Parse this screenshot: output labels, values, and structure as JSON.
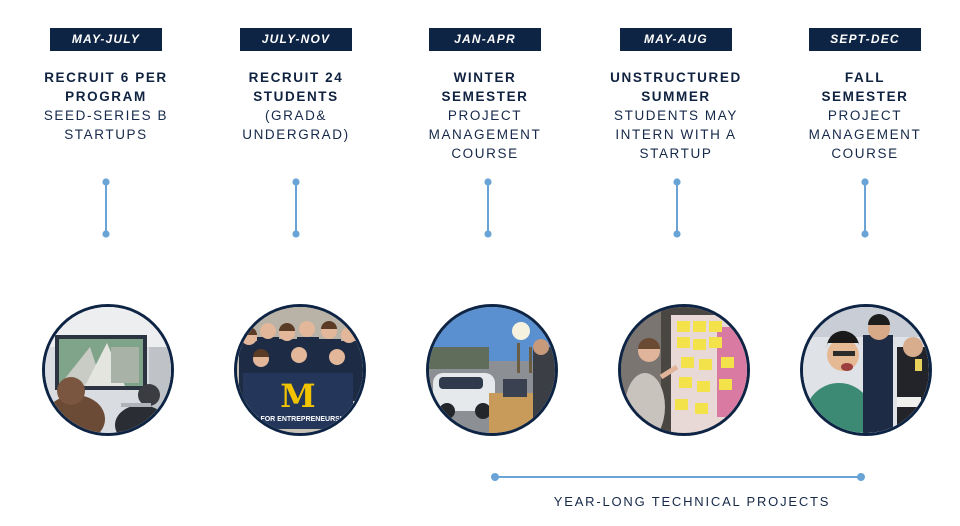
{
  "colors": {
    "navy": "#0e2444",
    "accent": "#6aa4d6"
  },
  "stages": [
    {
      "period": "MAY-JULY",
      "bold": [
        "RECRUIT 6 PER",
        "PROGRAM"
      ],
      "regular": [
        "SEED-SERIES B",
        "STARTUPS"
      ],
      "photo_icon": "classroom-photo"
    },
    {
      "period": "JULY-NOV",
      "bold": [
        "RECRUIT 24",
        "STUDENTS"
      ],
      "regular": [
        "(GRAD&",
        "UNDERGRAD)"
      ],
      "photo_icon": "group-photo",
      "banner_letter": "M",
      "banner_text": "TER FOR ENTREPRENEURSHIP"
    },
    {
      "period": "JAN-APR",
      "bold": [
        "WINTER",
        "SEMESTER"
      ],
      "regular": [
        "PROJECT",
        "MANAGEMENT",
        "COURSE"
      ],
      "photo_icon": "vehicle-demo-photo"
    },
    {
      "period": "MAY-AUG",
      "bold": [
        "UNSTRUCTURED",
        "SUMMER"
      ],
      "regular": [
        "STUDENTS MAY",
        "INTERN WITH A",
        "STARTUP"
      ],
      "photo_icon": "sticky-notes-photo"
    },
    {
      "period": "SEPT-DEC",
      "bold": [
        "FALL",
        "SEMESTER"
      ],
      "regular": [
        "PROJECT",
        "MANAGEMENT",
        "COURSE"
      ],
      "photo_icon": "celebration-photo"
    }
  ],
  "span_label": "YEAR-LONG TECHNICAL PROJECTS"
}
